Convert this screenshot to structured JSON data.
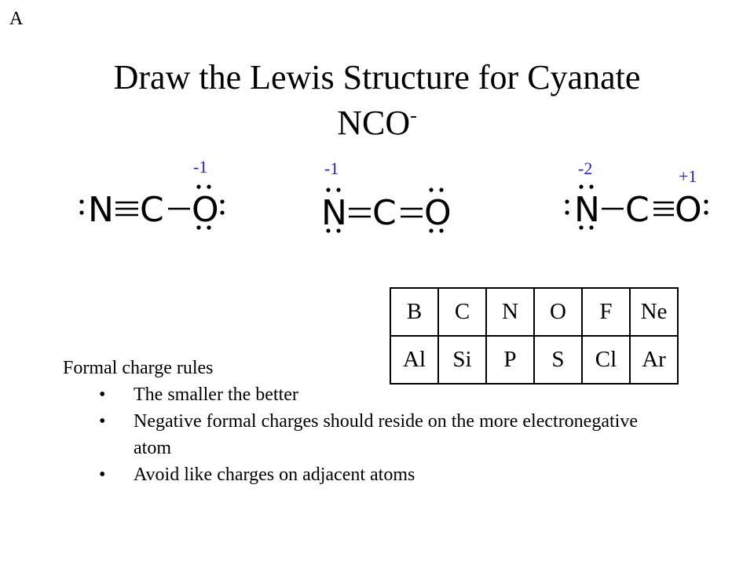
{
  "corner_label": "A",
  "title": {
    "line1": "Draw the Lewis Structure for Cyanate",
    "line2": "NCO",
    "charge": "-"
  },
  "structures": [
    {
      "atoms": [
        "N",
        "C",
        "O"
      ],
      "bonds": [
        "triple",
        "single"
      ],
      "charges": [
        {
          "atom": "O",
          "text": "-1"
        }
      ]
    },
    {
      "atoms": [
        "N",
        "C",
        "O"
      ],
      "bonds": [
        "double",
        "double"
      ],
      "charges": [
        {
          "atom": "N",
          "text": "-1"
        }
      ]
    },
    {
      "atoms": [
        "N",
        "C",
        "O"
      ],
      "bonds": [
        "single",
        "triple"
      ],
      "charges": [
        {
          "atom": "N",
          "text": "-2"
        },
        {
          "atom": "O",
          "text": "+1"
        }
      ]
    }
  ],
  "periodic_table": {
    "rows": [
      [
        "B",
        "C",
        "N",
        "O",
        "F",
        "Ne"
      ],
      [
        "Al",
        "Si",
        "P",
        "S",
        "Cl",
        "Ar"
      ]
    ]
  },
  "rules": {
    "heading": "Formal charge rules",
    "items": [
      "The smaller the better",
      "Negative formal charges should reside on the more electronegative atom",
      "Avoid like charges on adjacent atoms"
    ]
  },
  "colors": {
    "charge": "#1e1ee6",
    "text": "#000000"
  }
}
